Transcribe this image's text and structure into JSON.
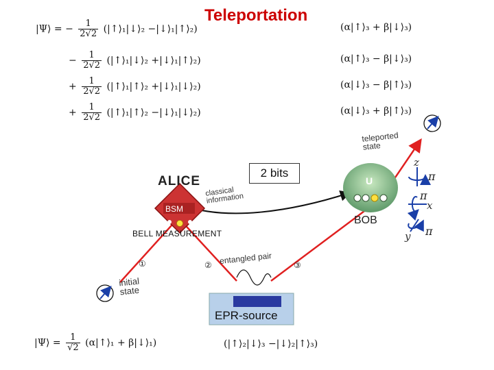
{
  "title": "Teleportation",
  "equations": {
    "psi_lhs": "|Ψ⟩ = −",
    "rows": [
      {
        "sign": "",
        "num": "1",
        "den": "2√2",
        "bell": "(|↑⟩₁|↓⟩₂ −|↓⟩₁|↑⟩₂)",
        "bob": "(α|↑⟩₃ + β|↓⟩₃)"
      },
      {
        "sign": "−",
        "num": "1",
        "den": "2√2",
        "bell": "(|↑⟩₁|↓⟩₂ +|↓⟩₁|↑⟩₂)",
        "bob": "(α|↑⟩₃ − β|↓⟩₃)"
      },
      {
        "sign": "+",
        "num": "1",
        "den": "2√2",
        "bell": "(|↑⟩₁|↑⟩₂ +|↓⟩₁|↓⟩₂)",
        "bob": "(α|↓⟩₃ − β|↑⟩₃)"
      },
      {
        "sign": "+",
        "num": "1",
        "den": "2√2",
        "bell": "(|↑⟩₁|↑⟩₂ −|↓⟩₁|↓⟩₂)",
        "bob": "(α|↓⟩₃ + β|↑⟩₃)"
      }
    ],
    "initial_lhs": "|Ψ⟩ =",
    "initial_num": "1",
    "initial_den": "√2",
    "initial_state": "(α|↑⟩₁ + β|↓⟩₁)",
    "epr_state": "(|↑⟩₂|↓⟩₃ −|↓⟩₂|↑⟩₃)"
  },
  "labels": {
    "bits": "2 bits",
    "bell_measurement": "BELL MEASUREMENT",
    "alice": "ALICE",
    "bsm": "BSM",
    "classical_1": "classical",
    "classical_2": "information",
    "bob": "BOB",
    "u": "U",
    "teleported_1": "teleported",
    "teleported_2": "state",
    "entangled": "entangled pair",
    "initial_1": "initial",
    "initial_2": "state",
    "epr": "EPR-source",
    "n1": "①",
    "n2": "②",
    "n3": "③",
    "axis_z": "z",
    "axis_x": "x",
    "axis_y": "y",
    "pi": "π"
  },
  "colors": {
    "beam": "#e02020",
    "title": "#cc0000",
    "state_arrow": "#1a3fa8"
  }
}
